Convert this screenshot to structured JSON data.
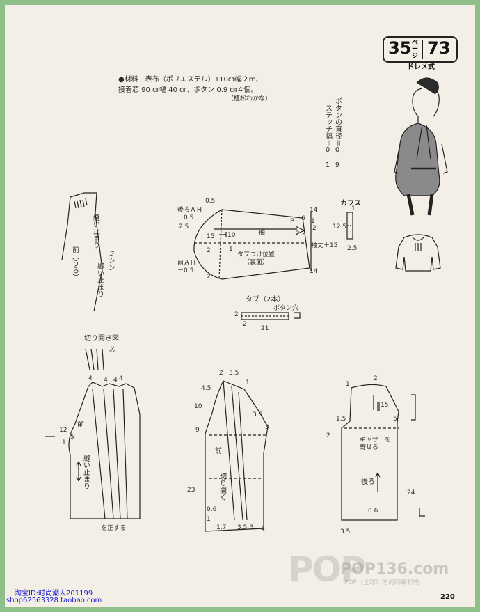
{
  "header": {
    "page_left": "35",
    "page_left_suffix": "ページ",
    "page_right": "73",
    "style_label": "ドレメ式"
  },
  "materials": {
    "line1": "●材料　表布（ポリエステル）110㎝幅２ｍ、",
    "line2": "接着芯 90 ㎝幅 40 ㎝、ボタン 0.9 ㎝４個。",
    "credit": "（植松わかな）"
  },
  "notes": {
    "button_diameter": "ボタンの直径＝0.9",
    "stitch_width": "ステッチ幅＝0.1"
  },
  "sleeve": {
    "back_ah": "後ろＡＨ\n－0.5",
    "front_ah": "前ＡＨ\n－0.5",
    "label": "袖",
    "tab_position": "タブつけ位置\n（裏面）",
    "sleeve_length": "袖丈＋15",
    "n05": "0.5",
    "n25": "2.5",
    "n15": "15",
    "n2": "2",
    "n10": "10",
    "n1": "1",
    "n6": "6",
    "n14a": "14",
    "n14b": "14",
    "n22": "2.2",
    "nP": "P",
    "n2b": "2",
    "n1b": "1",
    "n2c": "2"
  },
  "cuffs": {
    "title": "カフス",
    "n1": "1",
    "n125": "12.5",
    "n25": "2.5"
  },
  "tab": {
    "title": "タブ（2本）",
    "button_hole": "ボタン穴",
    "n2a": "2",
    "n2b": "2",
    "n21": "21"
  },
  "front_facing": {
    "label1": "前（うら）",
    "label2": "縫い止まり",
    "label3": "縫い止まり",
    "label4": "ミシン"
  },
  "slash": {
    "title": "切り開き図",
    "tuck_label": "芯",
    "front": "前",
    "stop": "縫い止まり",
    "tuck_note": "を正する",
    "n4a": "4",
    "n4b": "4",
    "n4c": "4",
    "n4d": "4",
    "n12": "12",
    "n5": "5",
    "n1": "1"
  },
  "front_bodice": {
    "front": "前",
    "slash_open": "切り開く",
    "n2": "2",
    "n35a": "3.5",
    "n45": "4.5",
    "n1": "1",
    "n10": "10",
    "n35b": "3.5",
    "n3": "3",
    "n9": "9",
    "n23": "23",
    "n06": "0.6",
    "n1b": "1",
    "n17": "1.7",
    "n35c": "3.5",
    "n3b": "3",
    "n4": "4"
  },
  "back_bodice": {
    "back": "後ろ",
    "gather": "ギャザーを\n寄せる",
    "n1": "1",
    "n2": "2",
    "n15": "15",
    "n15b": "1.5",
    "n2b": "2",
    "n5": "5",
    "n24": "24",
    "n06": "0.6",
    "n35": "3.5"
  },
  "watermark": {
    "logo": "POP",
    "site": "POP136.com",
    "sub": "POP（全球）时尚网络机构"
  },
  "shop": {
    "line1": "淘宝ID:时尚潮人201199",
    "line2": "shop62563328.taobao.com"
  },
  "page_number": "220"
}
